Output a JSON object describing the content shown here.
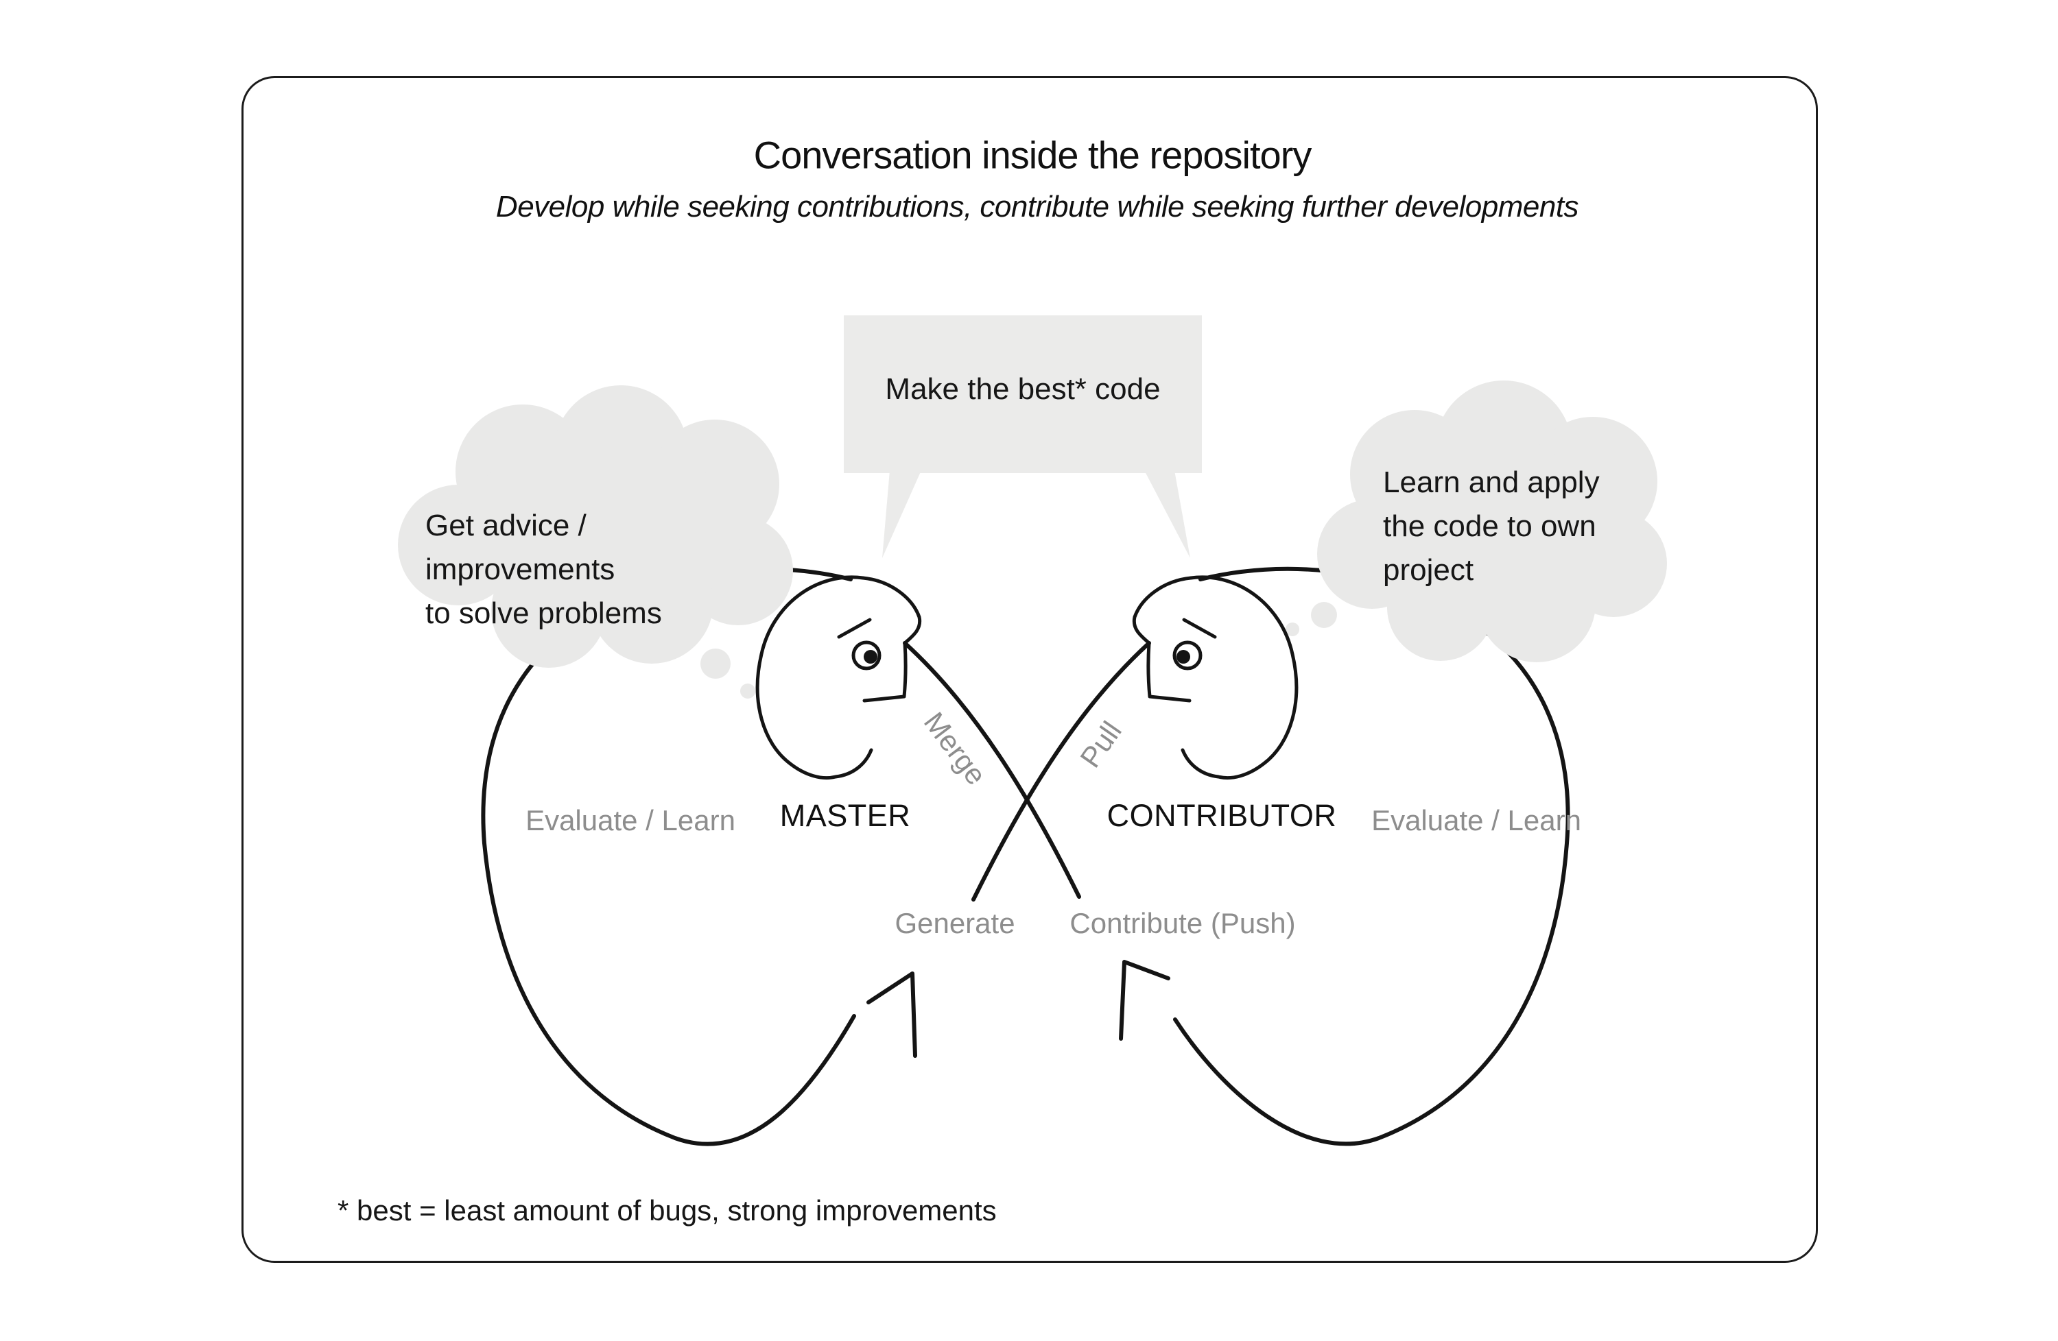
{
  "diagram": {
    "title": "Conversation inside the repository",
    "subtitle": "Develop while seeking contributions, contribute while seeking further developments",
    "footnote": "* best = least amount of bugs, strong improvements",
    "speech_bubble": {
      "text": "Make the best* code"
    },
    "master": {
      "name": "MASTER",
      "thought": "Get advice / improvements\nto solve problems",
      "loop_label": "Evaluate / Learn",
      "action_label": "Generate",
      "flow_label": "Merge"
    },
    "contributor": {
      "name": "CONTRIBUTOR",
      "thought": "Learn and apply\nthe code to own\nproject",
      "loop_label": "Evaluate / Learn",
      "action_label": "Contribute (Push)",
      "flow_label": "Pull"
    },
    "colors": {
      "line": "#141414",
      "muted_text": "#8d8d8d",
      "bubble_fill": "#ebebea",
      "cloud_fill": "#e9e9e8",
      "text": "#161616"
    }
  }
}
